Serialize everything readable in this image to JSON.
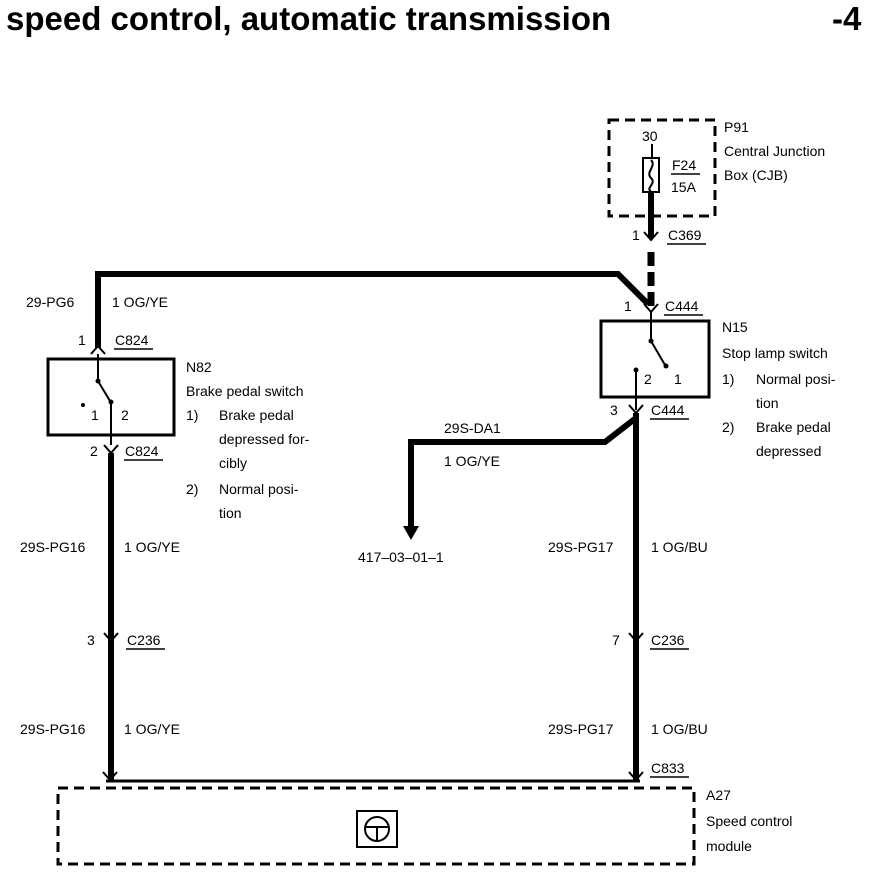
{
  "title": "speed control, automatic transmission",
  "page_suffix": "-4",
  "cjb": {
    "ref": "P91",
    "name_line1": "Central Junction",
    "name_line2": "Box (CJB)",
    "terminal": "30",
    "fuse": "F24",
    "rating": "15A"
  },
  "connectors": {
    "c369": "C369",
    "c369_pin": "1",
    "c444_top": "C444",
    "c444_top_pin": "1",
    "c444_bot": "C444",
    "c444_bot_pin": "3",
    "c824_top": "C824",
    "c824_top_pin": "1",
    "c824_bot": "C824",
    "c824_bot_pin": "2",
    "c236_left": "C236",
    "c236_left_pin": "3",
    "c236_right": "C236",
    "c236_right_pin": "7",
    "c833": "C833"
  },
  "stop_lamp_switch": {
    "ref": "N15",
    "name": "Stop lamp switch",
    "pin_a": "2",
    "pin_b": "1",
    "note1_num": "1)",
    "note1_line1": "Normal posi-",
    "note1_line2": "tion",
    "note2_num": "2)",
    "note2_line1": "Brake pedal",
    "note2_line2": "depressed"
  },
  "brake_pedal_switch": {
    "ref": "N82",
    "name": "Brake pedal switch",
    "pin_a": "1",
    "pin_b": "2",
    "note1_num": "1)",
    "note1_line1": "Brake pedal",
    "note1_line2": "depressed for-",
    "note1_line3": "cibly",
    "note2_num": "2)",
    "note2_line1": "Normal posi-",
    "note2_line2": "tion"
  },
  "wires": {
    "top_code": "29-PG6",
    "top_color": "1 OG/YE",
    "da1_code": "29S-DA1",
    "da1_color": "1 OG/YE",
    "reference": "417–03–01–1",
    "left_code_1": "29S-PG16",
    "left_color_1": "1 OG/YE",
    "left_code_2": "29S-PG16",
    "left_color_2": "1 OG/YE",
    "right_code_1": "29S-PG17",
    "right_color_1": "1 OG/BU",
    "right_code_2": "29S-PG17",
    "right_color_2": "1 OG/BU"
  },
  "module": {
    "ref": "A27",
    "name_line1": "Speed control",
    "name_line2": "module"
  }
}
